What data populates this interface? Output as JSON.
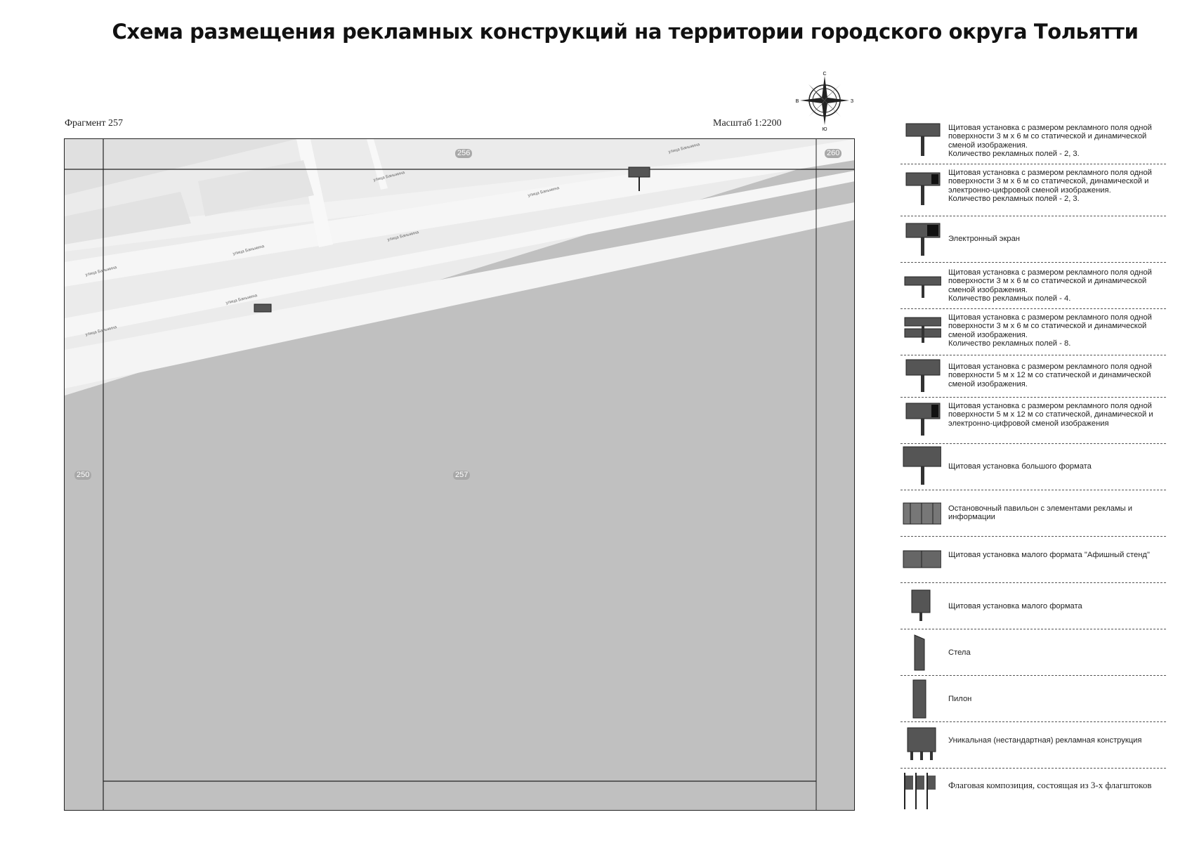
{
  "title": "Схема размещения рекламных конструкций на территории городского округа Тольятти",
  "fragment_label": "Фрагмент 257",
  "scale_label": "Масштаб 1:2200",
  "compass": {
    "n": "С",
    "s": "Ю",
    "w": "В",
    "e": "З"
  },
  "map": {
    "fragment_numbers": {
      "top": "256",
      "top_right": "260",
      "left": "250",
      "center": "257"
    },
    "street_labels": [
      "улица Баныкина",
      "улица Баныкина",
      "улица Баныкина",
      "улица Баныкина",
      "улица Баныкина",
      "улица Баныкина",
      "улица Баныкина",
      "улица Баныкина"
    ],
    "colors": {
      "background": "#c0c0c0",
      "roads": "#f4f4f4",
      "sign": "#555555"
    }
  },
  "legend": [
    {
      "icon": "billboard-3x6-icon",
      "text": "Щитовая установка с размером рекламного поля одной поверхности 3 м х 6 м со статической и динамической сменой изображения.\nКоличество рекламных полей - 2, 3."
    },
    {
      "icon": "billboard-3x6-digital-icon",
      "text": "Щитовая установка с размером рекламного поля одной поверхности 3 м х 6 м со статической, динамической и электронно-цифровой сменой изображения.\nКоличество рекламных полей - 2, 3."
    },
    {
      "icon": "electronic-screen-icon",
      "text": "Электронный экран"
    },
    {
      "icon": "billboard-4-fields-icon",
      "text": "Щитовая установка с размером рекламного поля одной поверхности 3 м х 6 м со статической и динамической сменой изображения.\nКоличество рекламных полей - 4."
    },
    {
      "icon": "billboard-8-fields-icon",
      "text": "Щитовая установка с размером рекламного поля одной поверхности 3 м х 6 м со статической и динамической сменой изображения.\nКоличество рекламных полей - 8."
    },
    {
      "icon": "billboard-5x12-icon",
      "text": "Щитовая установка с размером рекламного поля одной поверхности 5 м х 12 м со статической и динамической сменой изображения."
    },
    {
      "icon": "billboard-5x12-digital-icon",
      "text": "Щитовая установка с размером рекламного поля одной поверхности 5 м х 12 м со статической, динамической и электронно-цифровой сменой изображения"
    },
    {
      "icon": "large-billboard-icon",
      "text": "Щитовая установка большого формата"
    },
    {
      "icon": "bus-stop-pavilion-icon",
      "text": "Остановочный павильон с элементами рекламы и информации"
    },
    {
      "icon": "poster-stand-icon",
      "text": "Щитовая установка малого формата \"Афишный стенд\""
    },
    {
      "icon": "small-billboard-icon",
      "text": "Щитовая установка малого формата"
    },
    {
      "icon": "stele-icon",
      "text": "Стела"
    },
    {
      "icon": "pylon-icon",
      "text": "Пилон"
    },
    {
      "icon": "unique-structure-icon",
      "text": "Уникальная (нестандартная) рекламная конструкция"
    },
    {
      "icon": "flag-composition-icon",
      "text": "Флаговая композиция, состоящая из 3-х флагштоков"
    }
  ]
}
